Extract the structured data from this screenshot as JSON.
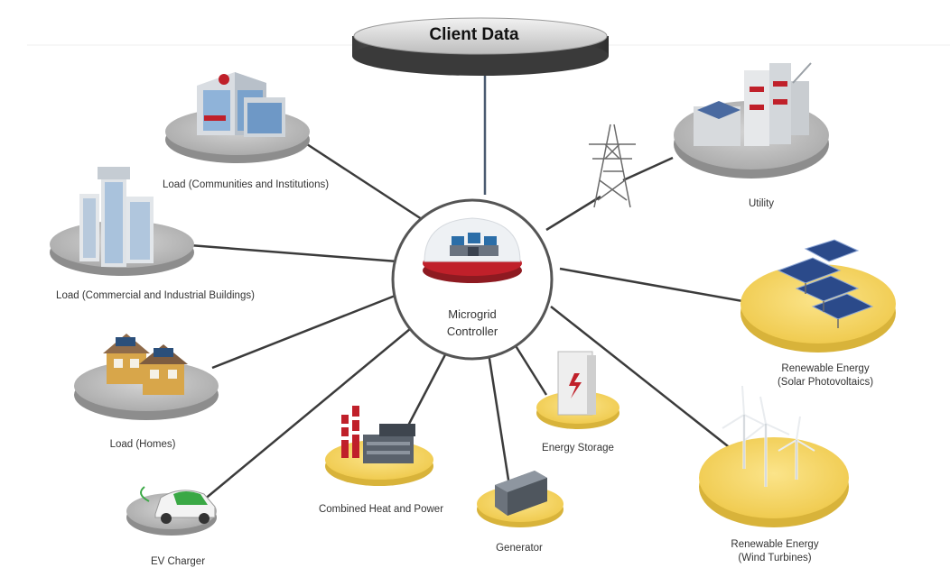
{
  "header": {
    "title": "Client Data"
  },
  "controller": {
    "line1": "Microgrid",
    "line2": "Controller",
    "accent": "#c0202a"
  },
  "colors": {
    "gray_pad": "#b9b9b9",
    "yellow_pad": "#f4d35e",
    "connector": "#3b3b3b"
  },
  "nodes": {
    "communities": {
      "label": "Load (Communities and Institutions)",
      "icon": "hospital-buildings-icon"
    },
    "commercial": {
      "label": "Load (Commercial and Industrial Buildings)",
      "icon": "office-towers-icon"
    },
    "homes": {
      "label": "Load (Homes)",
      "icon": "houses-icon"
    },
    "ev": {
      "label": "EV Charger",
      "icon": "electric-car-icon"
    },
    "chp": {
      "label": "Combined Heat and Power",
      "icon": "power-plant-icon"
    },
    "generator": {
      "label": "Generator",
      "icon": "generator-icon"
    },
    "storage": {
      "label": "Energy Storage",
      "icon": "battery-cabinet-icon"
    },
    "wind": {
      "label1": "Renewable Energy",
      "label2": "(Wind Turbines)",
      "icon": "wind-turbine-icon"
    },
    "solar": {
      "label1": "Renewable Energy",
      "label2": "(Solar Photovoltaics)",
      "icon": "solar-panel-icon"
    },
    "utility": {
      "label": "Utility",
      "icon": "utility-plant-icon"
    },
    "tower": {
      "icon": "transmission-tower-icon"
    }
  }
}
